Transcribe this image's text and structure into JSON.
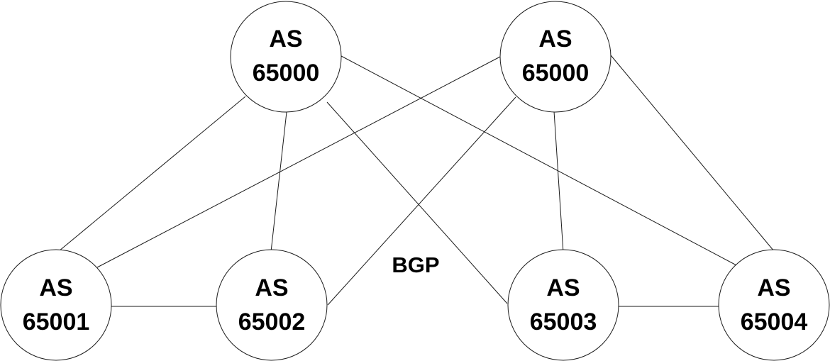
{
  "diagram": {
    "center_label": "BGP",
    "nodes": [
      {
        "id": "top-left",
        "line1": "AS",
        "line2": "65000"
      },
      {
        "id": "top-right",
        "line1": "AS",
        "line2": "65000"
      },
      {
        "id": "as65001",
        "line1": "AS",
        "line2": "65001"
      },
      {
        "id": "as65002",
        "line1": "AS",
        "line2": "65002"
      },
      {
        "id": "as65003",
        "line1": "AS",
        "line2": "65003"
      },
      {
        "id": "as65004",
        "line1": "AS",
        "line2": "65004"
      }
    ],
    "links": [
      [
        "top-left",
        "as65001"
      ],
      [
        "top-left",
        "as65002"
      ],
      [
        "top-left",
        "as65003"
      ],
      [
        "top-left",
        "as65004"
      ],
      [
        "top-right",
        "as65001"
      ],
      [
        "top-right",
        "as65002"
      ],
      [
        "top-right",
        "as65003"
      ],
      [
        "top-right",
        "as65004"
      ],
      [
        "as65001",
        "as65002"
      ],
      [
        "as65003",
        "as65004"
      ]
    ]
  }
}
